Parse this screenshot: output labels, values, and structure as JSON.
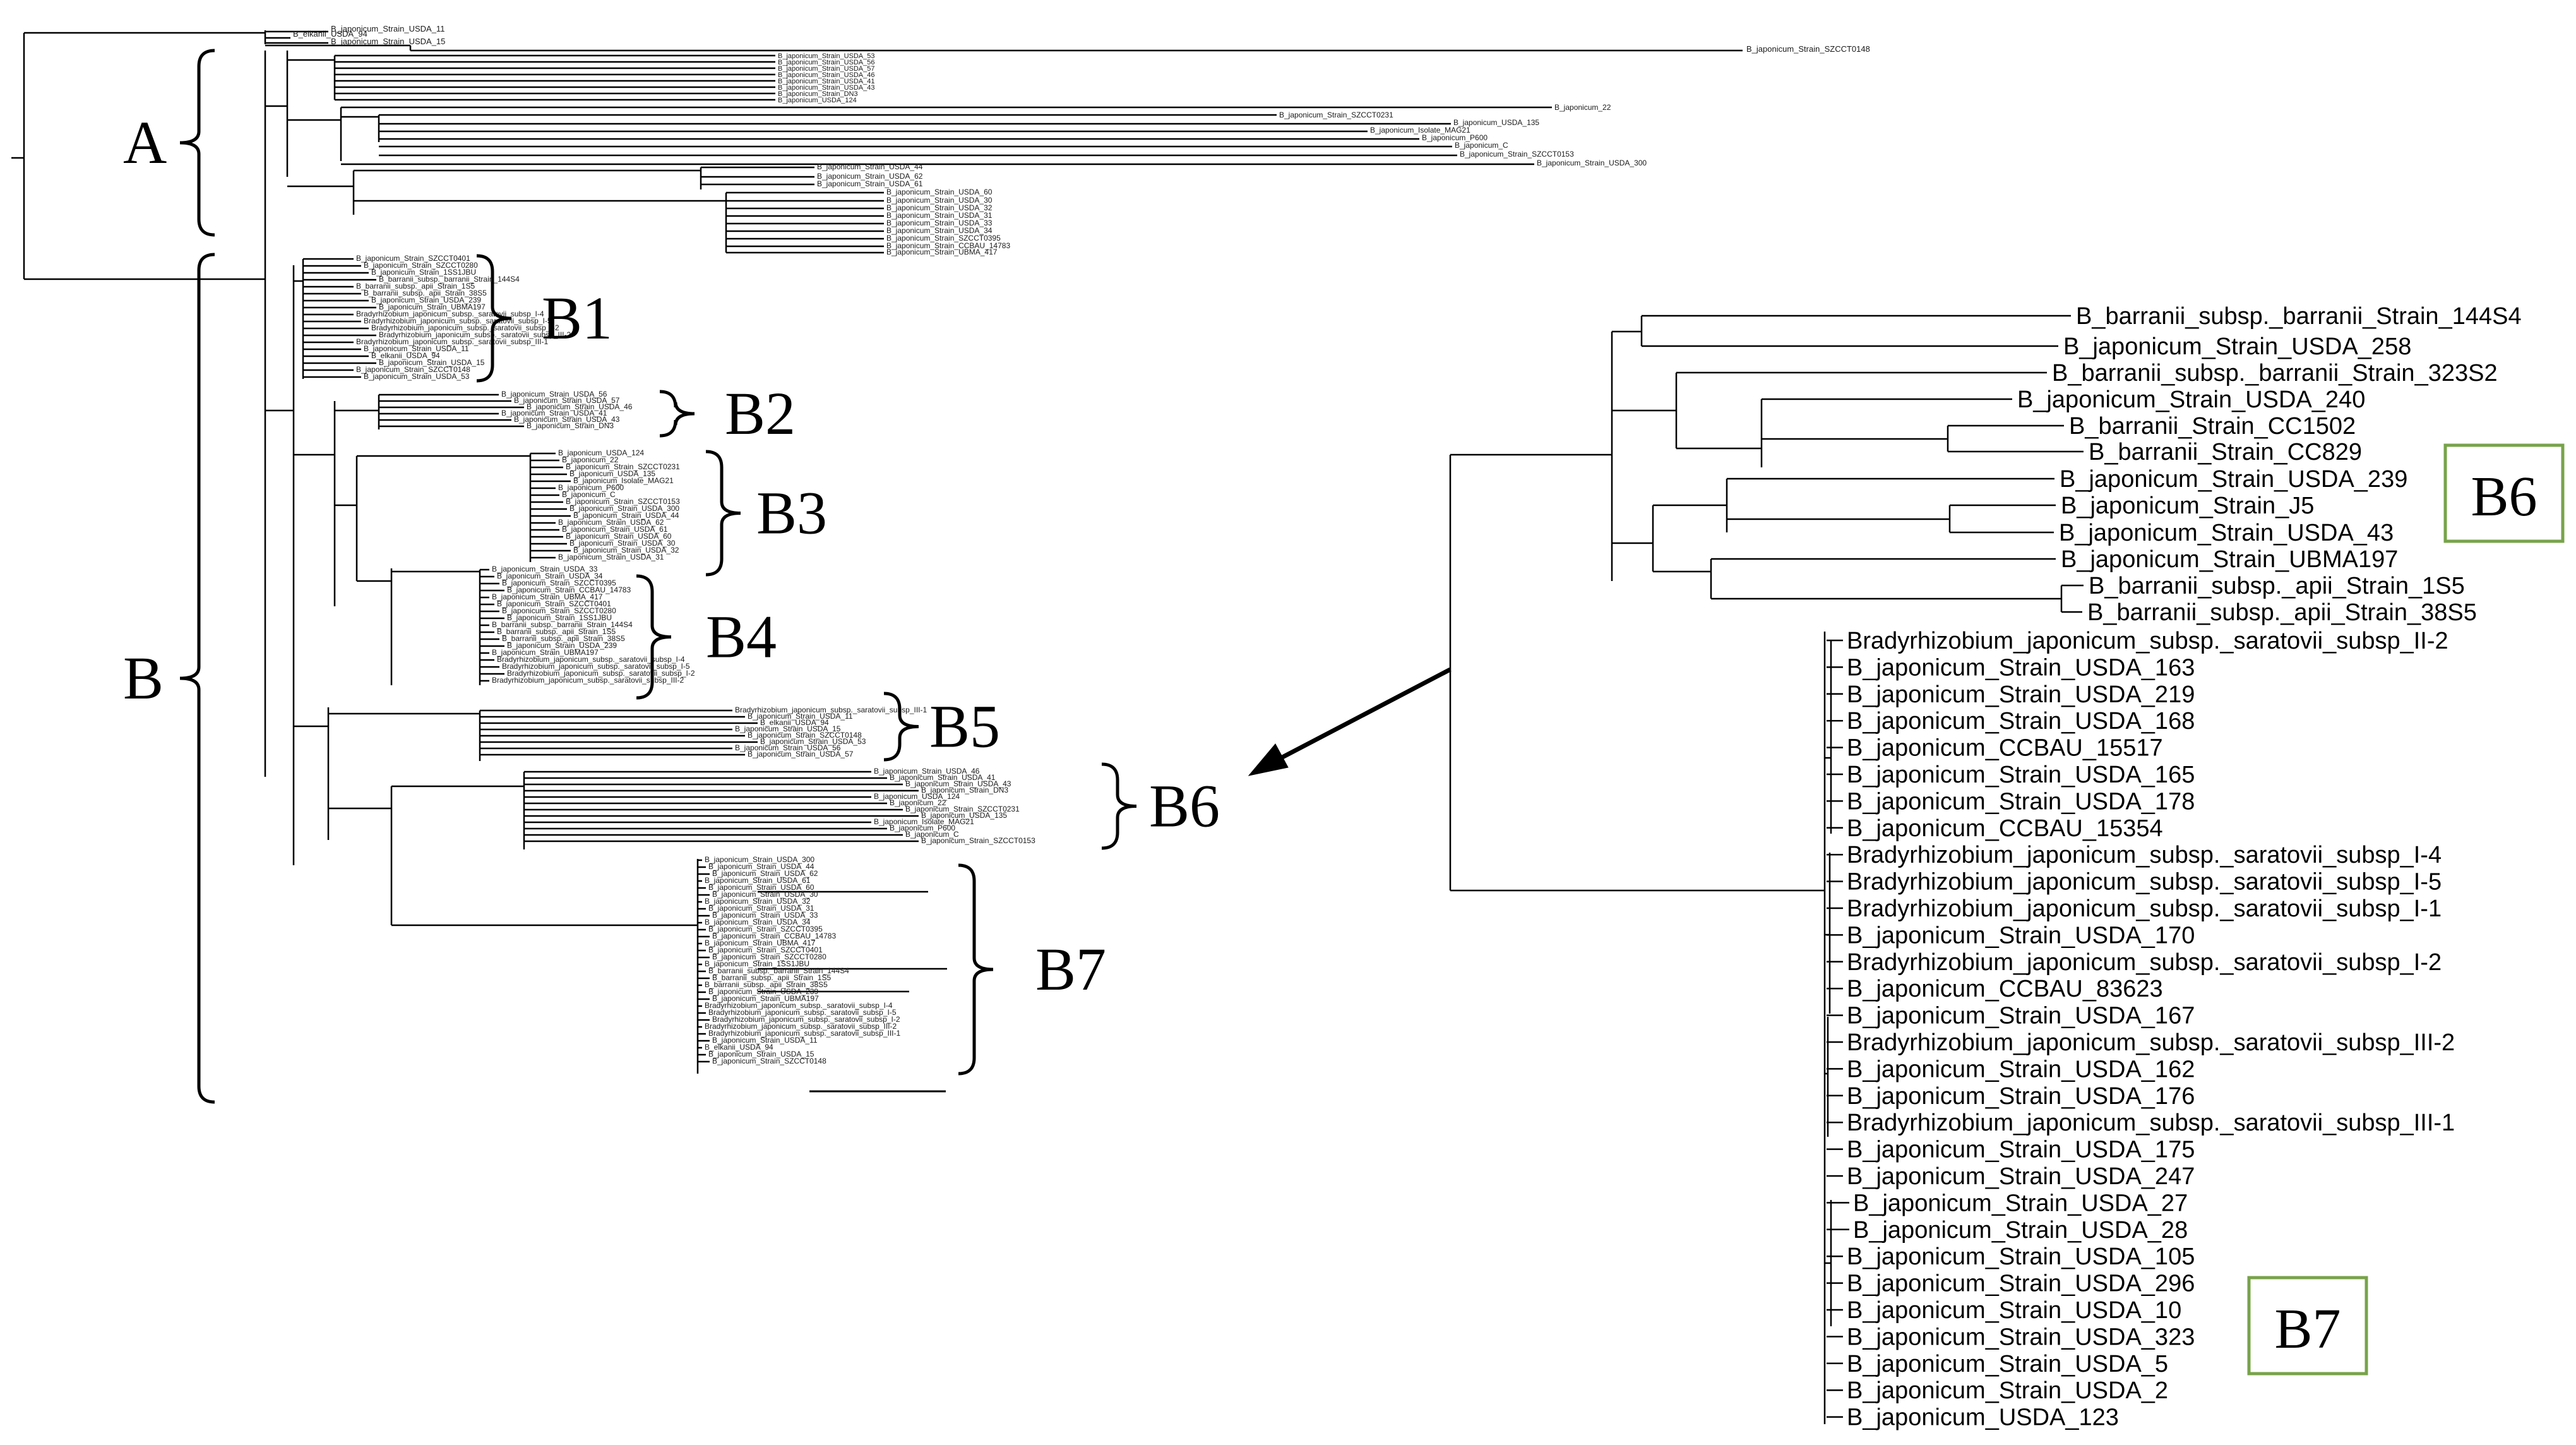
{
  "clades": [
    "A",
    "B",
    "B1",
    "B2",
    "B3",
    "B4",
    "B5",
    "B6",
    "B7"
  ],
  "box_colors": {
    "highlight_box": "#77a34a"
  },
  "overview_leaves": [
    "B_japonicum_Strain_USDA_11",
    "B_elkanii_USDA_94",
    "B_japonicum_Strain_USDA_15",
    "B_japonicum_Strain_SZCCT0148",
    "B_japonicum_Strain_USDA_53",
    "B_japonicum_Strain_USDA_56",
    "B_japonicum_Strain_USDA_57",
    "B_japonicum_Strain_USDA_46",
    "B_japonicum_Strain_USDA_41",
    "B_japonicum_Strain_USDA_43",
    "B_japonicum_Strain_DN3",
    "B_japonicum_USDA_124",
    "B_japonicum_22",
    "B_japonicum_Strain_SZCCT0231",
    "B_japonicum_USDA_135",
    "B_japonicum_Isolate_MAG21",
    "B_japonicum_P600",
    "B_japonicum_C",
    "B_japonicum_Strain_SZCCT0153",
    "B_japonicum_Strain_USDA_300",
    "B_japonicum_Strain_USDA_44",
    "B_japonicum_Strain_USDA_62",
    "B_japonicum_Strain_USDA_61",
    "B_japonicum_Strain_USDA_60",
    "B_japonicum_Strain_USDA_30",
    "B_japonicum_Strain_USDA_32",
    "B_japonicum_Strain_USDA_31",
    "B_japonicum_Strain_USDA_33",
    "B_japonicum_Strain_USDA_34",
    "B_japonicum_Strain_SZCCT0395",
    "B_japonicum_Strain_CCBAU_14783",
    "B_japonicum_Strain_UBMA_417",
    "B_japonicum_Strain_SZCCT0401",
    "B_japonicum_Strain_SZCCT0280",
    "B_japonicum_Strain_1SS1JBU",
    "B_barranii_subsp._barranii_Strain_144S4",
    "B_barranii_subsp._apii_Strain_1S5",
    "B_barranii_subsp._apii_Strain_38S5",
    "B_japonicum_Strain_USDA_239",
    "B_japonicum_Strain_UBMA197",
    "Bradyrhizobium_japonicum_subsp._saratovii_subsp_I-4",
    "Bradyrhizobium_japonicum_subsp._saratovii_subsp_I-5",
    "Bradyrhizobium_japonicum_subsp._saratovii_subsp_I-2",
    "Bradyrhizobium_japonicum_subsp._saratovii_subsp_III-2",
    "Bradyrhizobium_japonicum_subsp._saratovii_subsp_III-1"
  ],
  "b6_zoom_leaves": [
    "B_barranii_subsp._barranii_Strain_144S4",
    "B_japonicum_Strain_USDA_258",
    "B_barranii_subsp._barranii_Strain_323S2",
    "B_japonicum_Strain_USDA_240",
    "B_barranii_Strain_CC1502",
    "B_barranii_Strain_CC829",
    "B_japonicum_Strain_USDA_239",
    "B_japonicum_Strain_J5",
    "B_japonicum_Strain_USDA_43",
    "B_japonicum_Strain_UBMA197",
    "B_barranii_subsp._apii_Strain_1S5",
    "B_barranii_subsp._apii_Strain_38S5"
  ],
  "b7_zoom_leaves": [
    "Bradyrhizobium_japonicum_subsp._saratovii_subsp_II-2",
    "B_japonicum_Strain_USDA_163",
    "B_japonicum_Strain_USDA_219",
    "B_japonicum_Strain_USDA_168",
    "B_japonicum_CCBAU_15517",
    "B_japonicum_Strain_USDA_165",
    "B_japonicum_Strain_USDA_178",
    "B_japonicum_CCBAU_15354",
    "Bradyrhizobium_japonicum_subsp._saratovii_subsp_I-4",
    "Bradyrhizobium_japonicum_subsp._saratovii_subsp_I-5",
    "Bradyrhizobium_japonicum_subsp._saratovii_subsp_I-1",
    "B_japonicum_Strain_USDA_170",
    "Bradyrhizobium_japonicum_subsp._saratovii_subsp_I-2",
    "B_japonicum_CCBAU_83623",
    "B_japonicum_Strain_USDA_167",
    "Bradyrhizobium_japonicum_subsp._saratovii_subsp_III-2",
    "B_japonicum_Strain_USDA_162",
    "B_japonicum_Strain_USDA_176",
    "Bradyrhizobium_japonicum_subsp._saratovii_subsp_III-1",
    "B_japonicum_Strain_USDA_175",
    "B_japonicum_Strain_USDA_247",
    "B_japonicum_Strain_USDA_27",
    "B_japonicum_Strain_USDA_28",
    "B_japonicum_Strain_USDA_105",
    "B_japonicum_Strain_USDA_296",
    "B_japonicum_Strain_USDA_10",
    "B_japonicum_Strain_USDA_323",
    "B_japonicum_Strain_USDA_5",
    "B_japonicum_Strain_USDA_2",
    "B_japonicum_USDA_123"
  ]
}
